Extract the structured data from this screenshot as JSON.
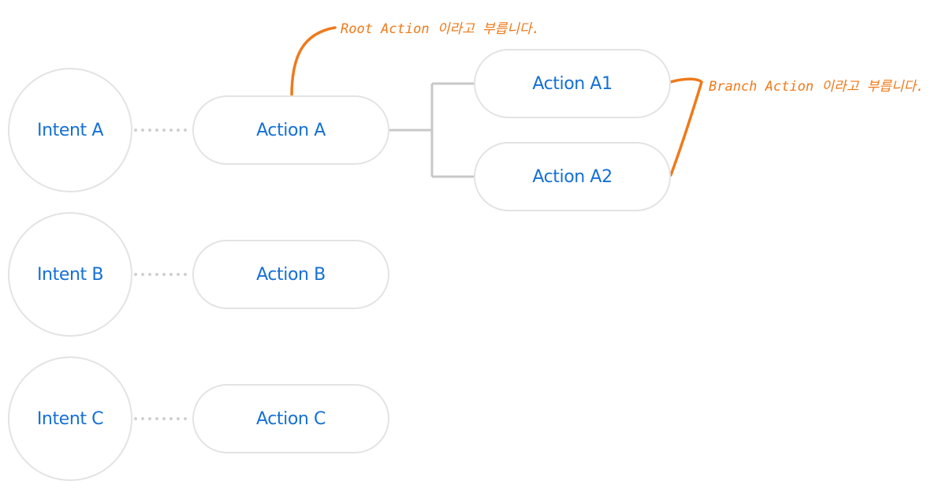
{
  "intents": [
    {
      "label": "Intent A"
    },
    {
      "label": "Intent B"
    },
    {
      "label": "Intent C"
    }
  ],
  "actions": [
    {
      "label": "Action A"
    },
    {
      "label": "Action B"
    },
    {
      "label": "Action C"
    }
  ],
  "branch_actions": [
    {
      "label": "Action A1"
    },
    {
      "label": "Action A2"
    }
  ],
  "annotations": {
    "root": "Root Action 이라고 부릅니다.",
    "branch": "Branch Action 이라고 부릅니다."
  },
  "colors": {
    "node_text": "#1570d6",
    "node_border": "#e3e3e3",
    "annotation": "#ee7a1b",
    "connector": "#c8c8c8",
    "dotted": "#d0d0d0"
  }
}
